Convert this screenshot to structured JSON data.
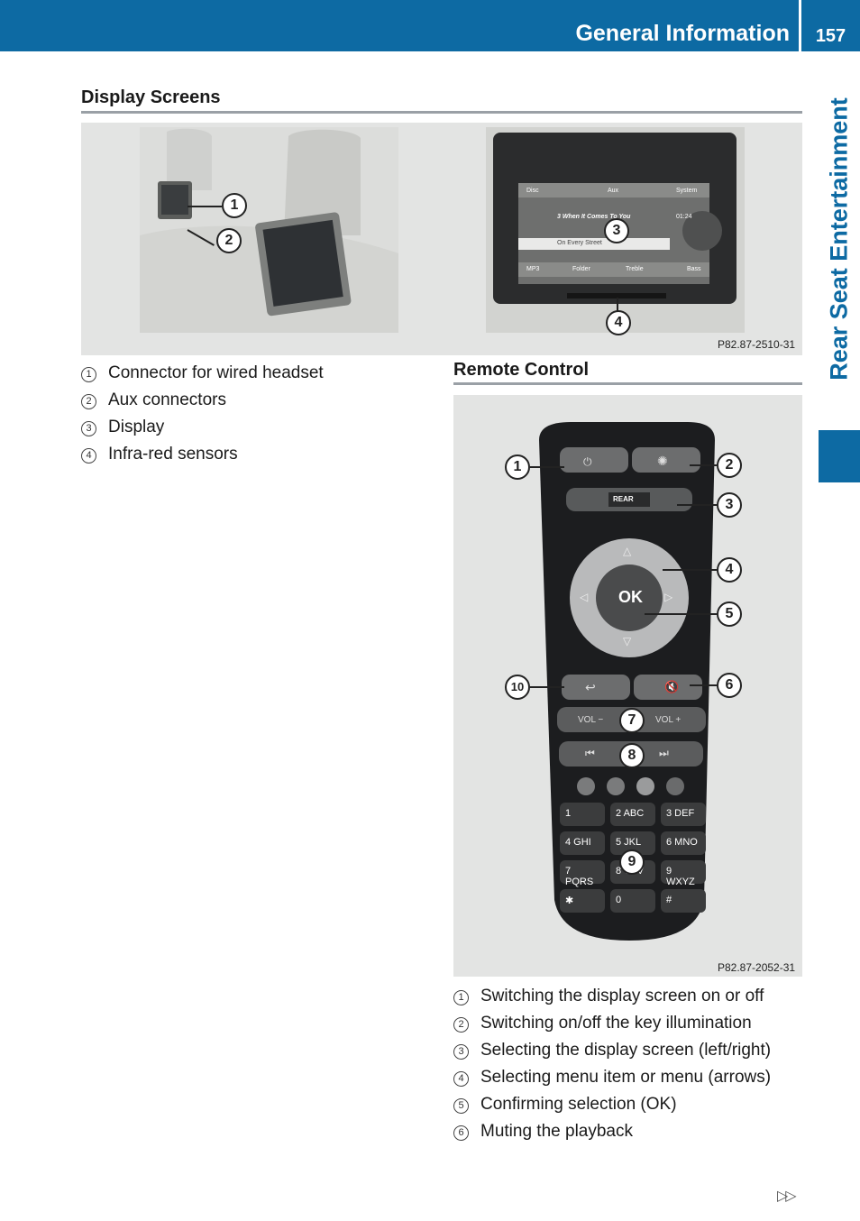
{
  "header": {
    "title": "General Information",
    "page_number": "157"
  },
  "side_tab": {
    "title": "Rear Seat Entertainment"
  },
  "display_screens": {
    "heading": "Display Screens",
    "figure_code": "P82.87-2510-31",
    "screen_ui": {
      "tabs": [
        "Disc",
        "Aux",
        "System"
      ],
      "track": "3 When It Comes To You",
      "time": "01:24",
      "next_track": "On Every Street",
      "bottom": [
        "MP3",
        "Folder",
        "Treble",
        "Bass"
      ]
    },
    "callouts": [
      "1",
      "2",
      "3",
      "4"
    ],
    "legend": [
      {
        "num": "1",
        "text": "Connector for wired headset"
      },
      {
        "num": "2",
        "text": "Aux connectors"
      },
      {
        "num": "3",
        "text": "Display"
      },
      {
        "num": "4",
        "text": "Infra-red sensors"
      }
    ]
  },
  "remote_control": {
    "heading": "Remote Control",
    "figure_code": "P82.87-2052-31",
    "keys": {
      "ok": "OK",
      "rear": "REAR",
      "vol_minus": "VOL −",
      "vol_plus": "VOL +",
      "numpad": [
        "1",
        "2 ABC",
        "3 DEF",
        "4 GHI",
        "5 JKL",
        "6 MNO",
        "7 PQRS",
        "8 TUV",
        "9 WXYZ",
        "✱",
        "0",
        "#"
      ]
    },
    "callouts": [
      "1",
      "2",
      "3",
      "4",
      "5",
      "6",
      "7",
      "8",
      "9",
      "10"
    ],
    "legend": [
      {
        "num": "1",
        "text": "Switching the display screen on or off"
      },
      {
        "num": "2",
        "text": "Switching on/off the key illumination"
      },
      {
        "num": "3",
        "text": "Selecting the display screen (left/right)"
      },
      {
        "num": "4",
        "text": "Selecting menu item or menu (arrows)"
      },
      {
        "num": "5",
        "text": "Confirming selection (OK)"
      },
      {
        "num": "6",
        "text": "Muting the playback"
      }
    ]
  },
  "continue_marker": "▷▷",
  "colors": {
    "brand_blue": "#0d6aa3",
    "rule_gray": "#9aa0a6",
    "figure_bg": "#e3e4e3"
  }
}
